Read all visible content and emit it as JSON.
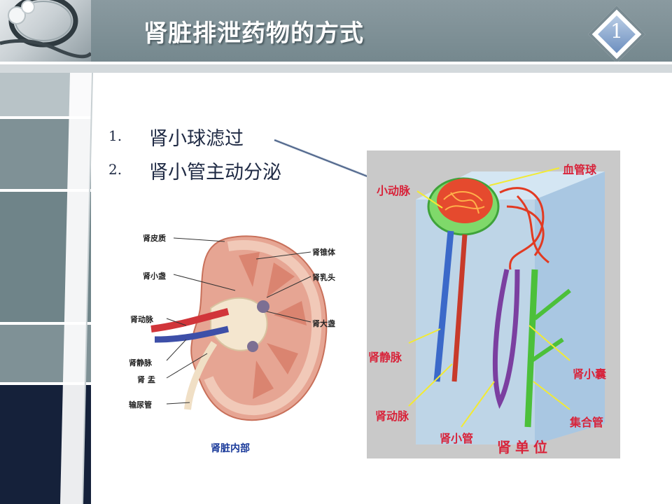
{
  "slide": {
    "title": "肾脏排泄药物的方式",
    "page_number": "1"
  },
  "bullets": [
    {
      "num": "1.",
      "text": "肾小球滤过"
    },
    {
      "num": "2.",
      "text": "肾小管主动分泌"
    }
  ],
  "kidney_figure": {
    "labels": {
      "cortex": "肾皮质",
      "pyramid": "肾锥体",
      "minor_calyx": "肾小盏",
      "papilla": "肾乳头",
      "renal_artery": "肾动脉",
      "major_calyx": "肾大盏",
      "renal_vein": "肾静脉",
      "pelvis": "肾 盂",
      "ureter": "输尿管"
    },
    "caption": "肾脏内部"
  },
  "nephron_figure": {
    "labels": {
      "glomerulus": "血管球",
      "arteriole": "小动脉",
      "renal_vein": "肾静脉",
      "bowman_capsule": "肾小囊",
      "renal_artery": "肾动脉",
      "collecting_duct": "集合管",
      "tubule": "肾小管"
    },
    "caption": "肾单位"
  }
}
